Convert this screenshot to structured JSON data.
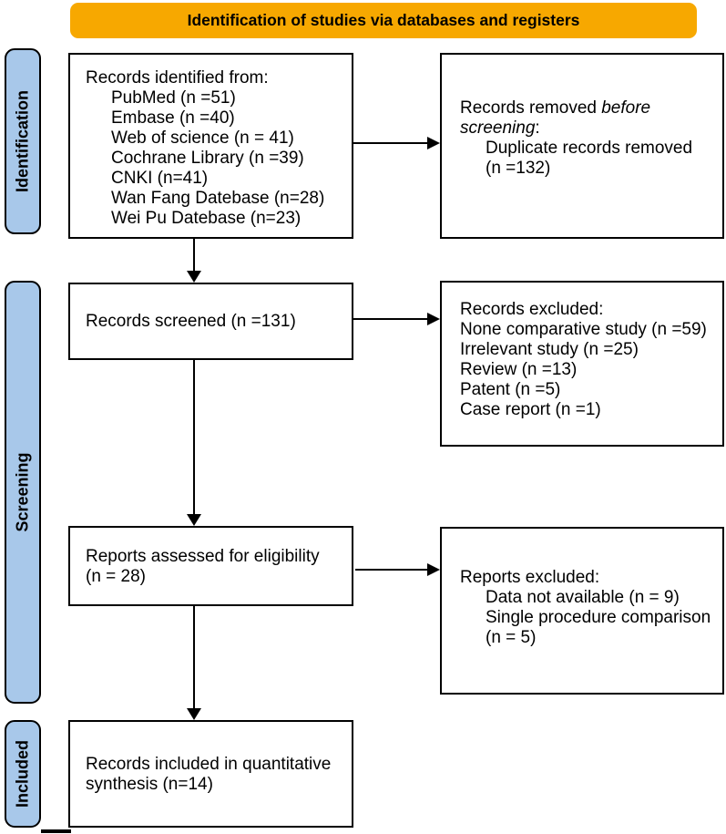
{
  "banner": {
    "title": "Identification of studies via databases and registers"
  },
  "colors": {
    "banner_bg": "#F7A800",
    "stage_bg": "#A8C8EA",
    "border": "#000000",
    "box_bg": "#FFFFFF"
  },
  "stages": {
    "identification": "Identification",
    "screening": "Screening",
    "included": "Included"
  },
  "boxes": {
    "identified": {
      "title": "Records identified from:",
      "items": [
        "PubMed (n =51)",
        "Embase (n =40)",
        "Web of science (n = 41)",
        "Cochrane Library (n =39)",
        "CNKI (n=41)",
        "Wan Fang Datebase (n=28)",
        "Wei Pu Datebase (n=23)"
      ]
    },
    "removed": {
      "line1_normal": "Records removed ",
      "line1_italic": "before",
      "line2_italic": "screening",
      "line2_normal": ":",
      "items": [
        "Duplicate records removed",
        "(n =132)"
      ]
    },
    "screened": {
      "text": "Records screened (n =131)"
    },
    "records_excluded": {
      "title": "Records excluded:",
      "items": [
        "None comparative study (n =59)",
        "Irrelevant study (n =25)",
        "Review (n =13)",
        "Patent (n =5)",
        "Case report (n =1)"
      ]
    },
    "assessed": {
      "lines": [
        "Reports assessed for eligibility",
        "(n = 28)"
      ]
    },
    "reports_excluded": {
      "title": "Reports excluded:",
      "items": [
        "Data not available (n = 9)",
        "Single procedure comparison",
        "(n = 5)"
      ]
    },
    "included_box": {
      "lines": [
        "Records included in quantitative",
        "synthesis (n=14)"
      ]
    }
  }
}
